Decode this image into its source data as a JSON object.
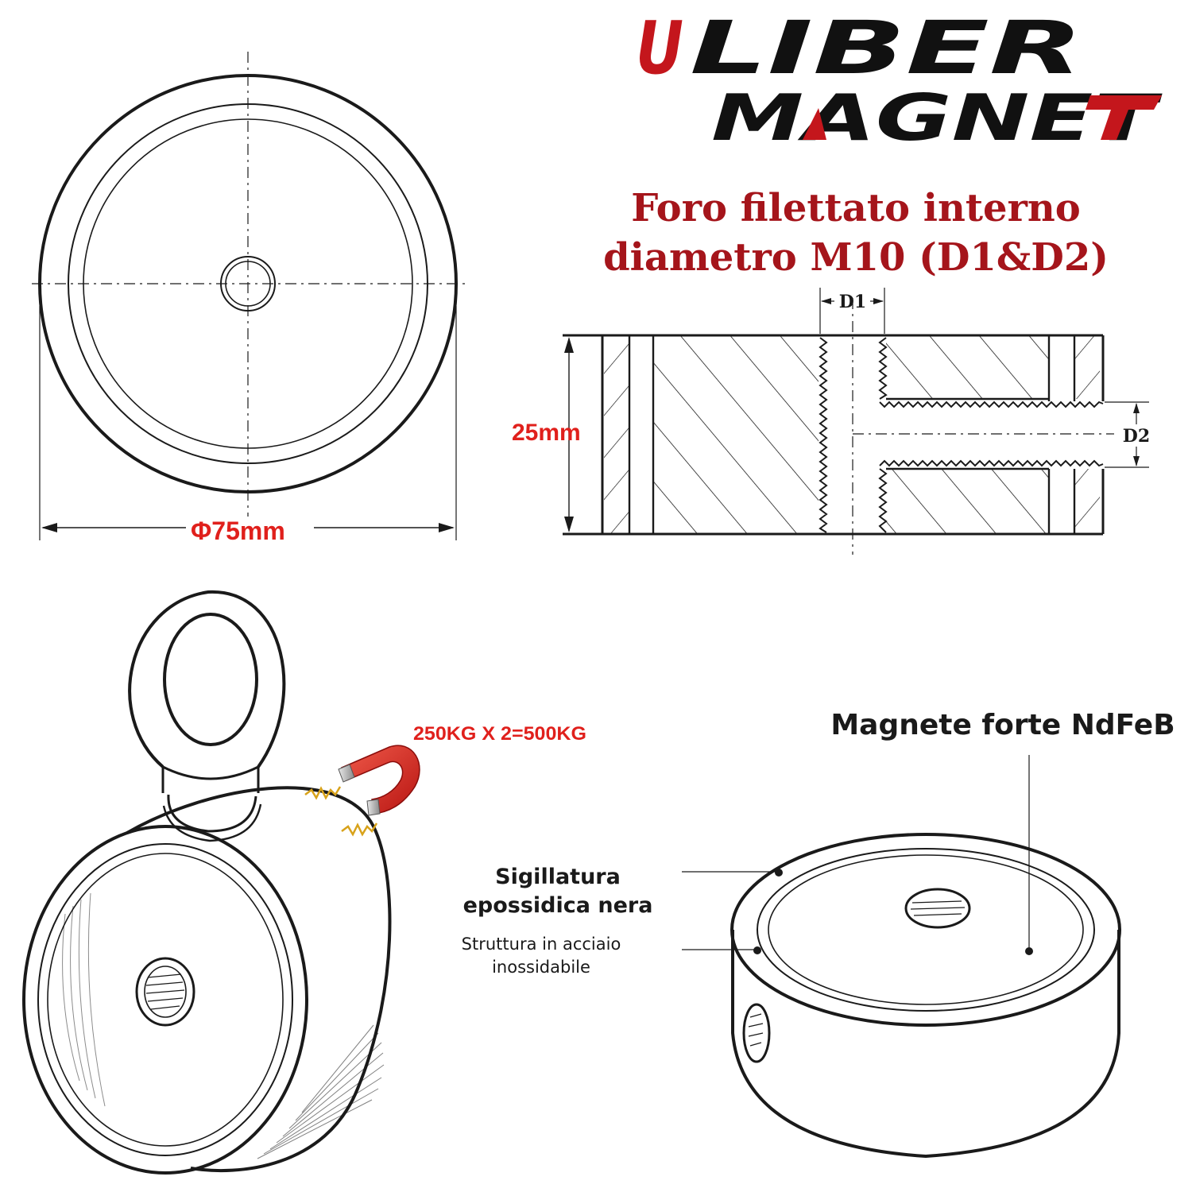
{
  "logo": {
    "line1_prefix": "U",
    "line1_rest": "LIBER",
    "line2": "MAGNET",
    "brand_dark": "#111111",
    "brand_red": "#c4161c"
  },
  "heading": {
    "line1": "Foro filettato interno",
    "line2": "diametro M10 (D1&D2)",
    "color": "#a5151b"
  },
  "top_view": {
    "diameter_label": "Φ75mm"
  },
  "section_view": {
    "height_label": "25mm",
    "d1_label": "D1",
    "d2_label": "D2"
  },
  "capacity_label": "250KG X 2=500KG",
  "callouts": {
    "magnet": "Magnete forte NdFeB",
    "epoxy_line1": "Sigillatura",
    "epoxy_line2": "epossidica nera",
    "steel_line1": "Struttura in acciaio",
    "steel_line2": "inossidabile"
  },
  "colors": {
    "accent_red": "#e0201c",
    "line": "#1a1a1a",
    "spark": "#d8a21a"
  }
}
